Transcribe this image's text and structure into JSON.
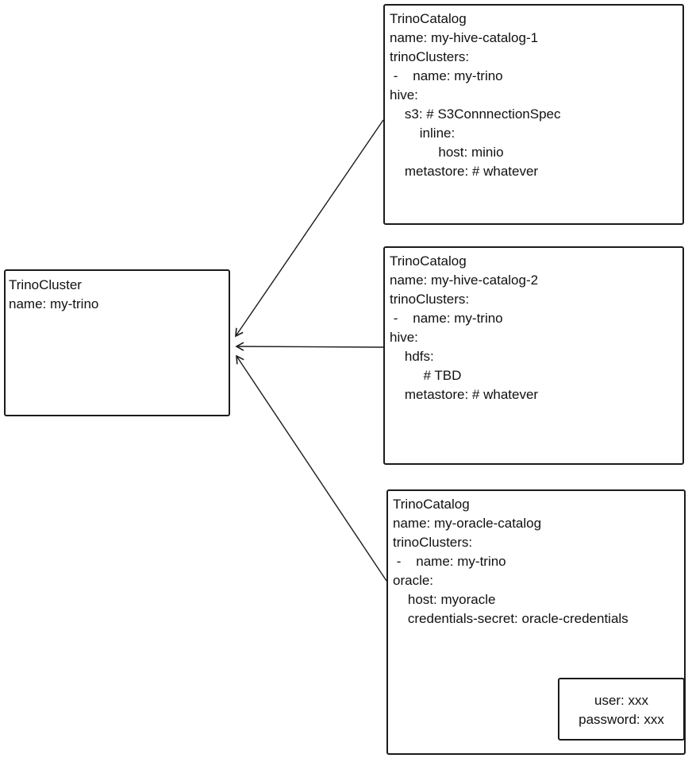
{
  "colors": {
    "stroke": "#1b1b1b",
    "background": "#ffffff",
    "text": "#111111"
  },
  "cluster": {
    "lines": [
      "TrinoCluster",
      "name: my-trino"
    ]
  },
  "catalog1": {
    "lines": [
      "TrinoCatalog",
      "name: my-hive-catalog-1",
      "trinoClusters:",
      " -    name: my-trino",
      "hive:",
      "    s3: # S3ConnnectionSpec",
      "        inline:",
      "             host: minio",
      "    metastore: # whatever"
    ]
  },
  "catalog2": {
    "lines": [
      "TrinoCatalog",
      "name: my-hive-catalog-2",
      "trinoClusters:",
      " -    name: my-trino",
      "hive:",
      "    hdfs:",
      "         # TBD",
      "    metastore: # whatever"
    ]
  },
  "catalog3": {
    "lines": [
      "TrinoCatalog",
      "name: my-oracle-catalog",
      "trinoClusters:",
      " -    name: my-trino",
      "oracle:",
      "    host: myoracle",
      "    credentials-secret: oracle-credentials"
    ]
  },
  "secret": {
    "lines": [
      "user: xxx",
      "password: xxx"
    ]
  }
}
